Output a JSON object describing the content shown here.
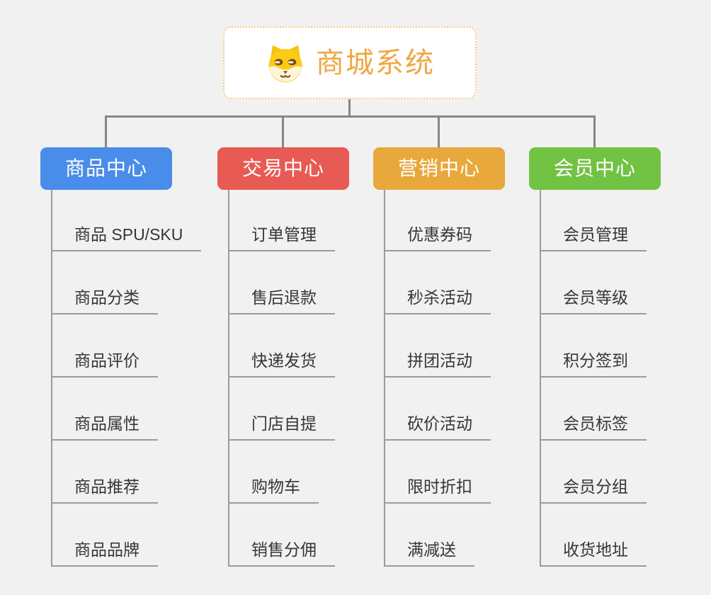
{
  "page": {
    "background": "#f1f1f1"
  },
  "root": {
    "title": "商城系统",
    "icon": "dog-face-icon",
    "text_color": "#f0a742",
    "border_color": "#f2c681",
    "background": "#ffffff"
  },
  "branches": [
    {
      "label": "商品中心",
      "color": "#4a8ce9",
      "items": [
        "商品 SPU/SKU",
        "商品分类",
        "商品评价",
        "商品属性",
        "商品推荐",
        "商品品牌"
      ]
    },
    {
      "label": "交易中心",
      "color": "#e85a54",
      "items": [
        "订单管理",
        "售后退款",
        "快递发货",
        "门店自提",
        "购物车",
        "销售分佣"
      ]
    },
    {
      "label": "营销中心",
      "color": "#e9a83c",
      "items": [
        "优惠券码",
        "秒杀活动",
        "拼团活动",
        "砍价活动",
        "限时折扣",
        "满减送"
      ]
    },
    {
      "label": "会员中心",
      "color": "#72c243",
      "items": [
        "会员管理",
        "会员等级",
        "积分签到",
        "会员标签",
        "会员分组",
        "收货地址"
      ]
    }
  ],
  "connectors": {
    "tree_color": "#868686",
    "underline_color": "#9b9b9b"
  }
}
